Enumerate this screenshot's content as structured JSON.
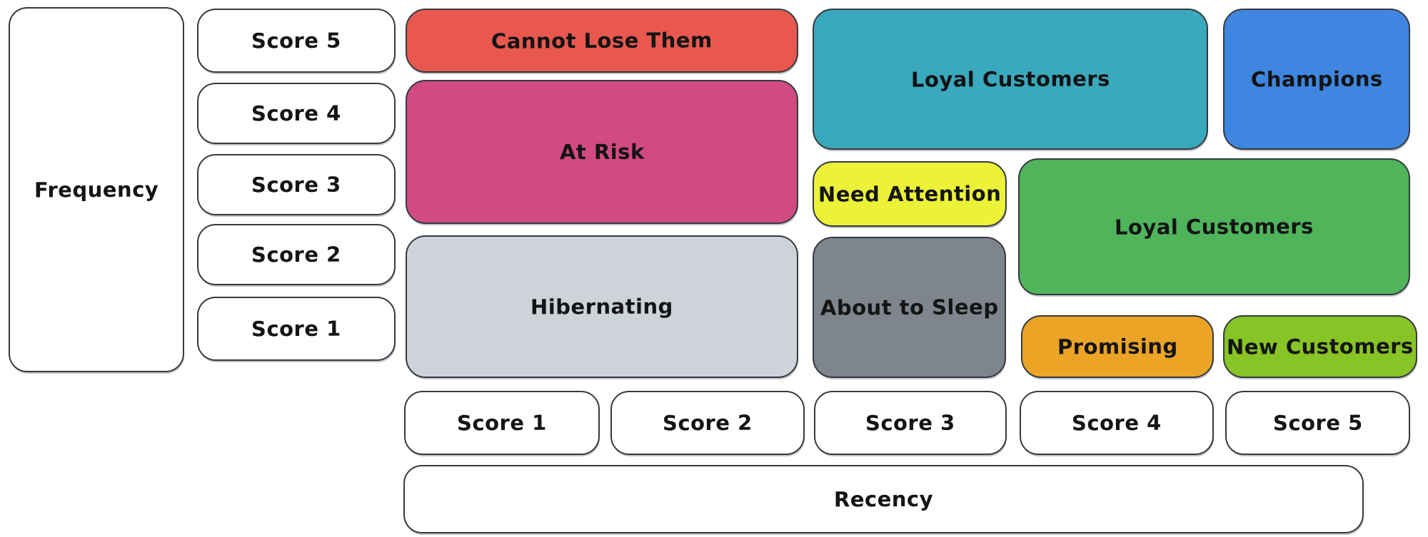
{
  "diagram": {
    "type": "rfm-segment-grid",
    "y_axis": {
      "label": "Frequency",
      "scores": [
        "Score 5",
        "Score 4",
        "Score 3",
        "Score 2",
        "Score 1"
      ]
    },
    "x_axis": {
      "label": "Recency",
      "scores": [
        "Score 1",
        "Score 2",
        "Score 3",
        "Score 4",
        "Score 5"
      ]
    },
    "segments": [
      {
        "label": "Cannot Lose Them",
        "fill": "#E8584E",
        "recency": "1-2",
        "frequency": "5"
      },
      {
        "label": "At Risk",
        "fill": "#D24A82",
        "recency": "1-2",
        "frequency": "3-4"
      },
      {
        "label": "Hibernating",
        "fill": "#CDD3D9",
        "recency": "1-2",
        "frequency": "1-2"
      },
      {
        "label": "Loyal Customers",
        "fill": "#3AA8BD",
        "recency": "3-4",
        "frequency": "4-5"
      },
      {
        "label": "Champions",
        "fill": "#3E86DF",
        "recency": "5",
        "frequency": "4-5"
      },
      {
        "label": "Need Attention",
        "fill": "#EBF237",
        "recency": "3",
        "frequency": "3"
      },
      {
        "label": "Loyal Customers",
        "fill": "#4FB45A",
        "recency": "4-5",
        "frequency": "2-3"
      },
      {
        "label": "About to Sleep",
        "fill": "#7F858C",
        "recency": "3",
        "frequency": "1-2"
      },
      {
        "label": "Promising",
        "fill": "#ECA426",
        "recency": "4",
        "frequency": "1"
      },
      {
        "label": "New Customers",
        "fill": "#87C426",
        "recency": "5",
        "frequency": "1"
      }
    ],
    "colors": {
      "axis_box_fill": "#FFFFFF",
      "stroke": "#363A40",
      "text": "#141414",
      "background": "#FFFFFF"
    }
  }
}
